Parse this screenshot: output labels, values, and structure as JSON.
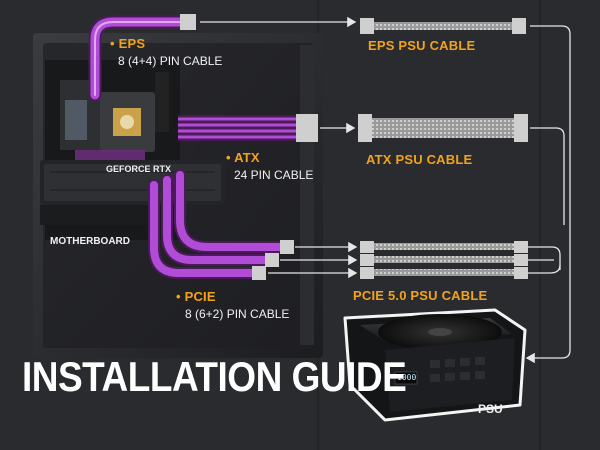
{
  "labels": {
    "eps": "EPS",
    "eps_desc": "8 (4+4) PIN CABLE",
    "atx": "ATX",
    "atx_desc": "24 PIN CABLE",
    "pcie": "PCIE",
    "pcie_desc": "8 (6+2) PIN CABLE",
    "motherboard": "MOTHERBOARD",
    "gpu_brand": "GEFORCE RTX",
    "eps_psu": "EPS PSU CABLE",
    "atx_psu": "ATX PSU CABLE",
    "pcie_psu": "PCIE 5.0 PSU CABLE",
    "psu": "PSU",
    "psu_display": "1000",
    "title": "INSTALLATION GUIDE"
  },
  "colors": {
    "background": "#2a2b2e",
    "accent": "#f3a21c",
    "cable_glow": "#b14cd6"
  },
  "icons": [
    "pc-case",
    "motherboard",
    "gpu",
    "psu",
    "cable-extension",
    "arrow"
  ]
}
